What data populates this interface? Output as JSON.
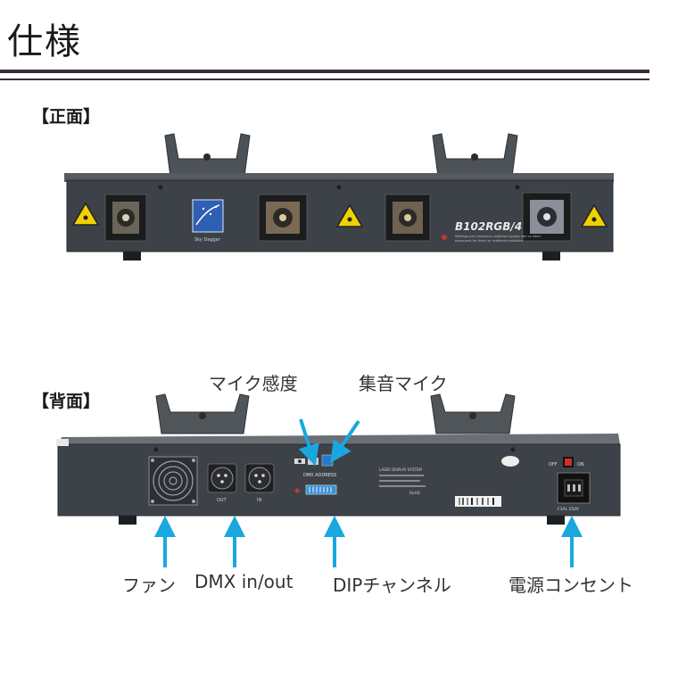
{
  "page": {
    "title": "仕様",
    "front_label": "【正面】",
    "back_label": "【背面】"
  },
  "front": {
    "model_text": "B102RGB/4",
    "logo_text": "Sky Dagger",
    "warning_text_1": "Wattage per hazardous radiation bypass see on label,",
    "warning_text_2": "exposures for direct or scattered radiation."
  },
  "back": {
    "dmx_address_text": "DMX ADDRESS",
    "out_text": "OUT",
    "in_text": "IN",
    "switch_off_text": "OFF",
    "switch_on_text": "ON",
    "fuse_text": "F3AL  250V",
    "spec_label_line1": "LASER DISPLAY SYSTEM",
    "rohs_text": "RoHS"
  },
  "callouts": {
    "mic_sensitivity": "マイク感度",
    "mic": "集音マイク",
    "fan": "ファン",
    "dmx": "DMX in/out",
    "dip": "DIPチャンネル",
    "power": "電源コンセント"
  },
  "colors": {
    "arrow": "#1aa7e0",
    "rule": "#3a2c3a",
    "body": "#3d4248",
    "bracket": "#50555a",
    "warning_yellow": "#f2d100",
    "logo_blue": "#2f5fb5"
  },
  "icons": [
    "laser-warning-icon",
    "fan-grille-icon",
    "xlr-connector-icon",
    "power-switch-icon",
    "power-socket-icon",
    "arrow-up-icon"
  ]
}
